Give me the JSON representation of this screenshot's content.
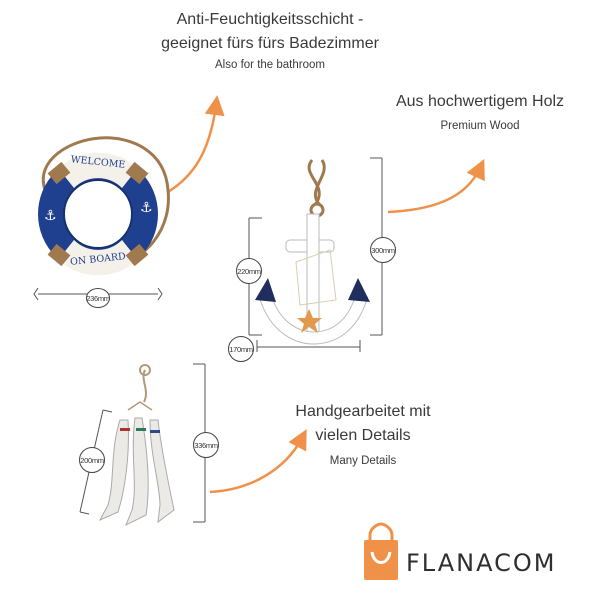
{
  "captions": {
    "moisture_de_1": "Anti-Feuchtigkeitsschicht -",
    "moisture_de_2": "geeignet fürs fürs Badezimmer",
    "moisture_en": "Also for the bathroom",
    "wood_de": "Aus hochwertigem Holz",
    "wood_en": "Premium Wood",
    "details_de_1": "Handgearbeitet mit",
    "details_de_2": "vielen Details",
    "details_en": "Many Details"
  },
  "lifebuoy": {
    "text_top": "WELCOME",
    "text_bottom": "ON BOARD",
    "width_label": "236mm"
  },
  "anchor": {
    "height_label": "220mm",
    "total_height_label": "300mm",
    "width_label": "170mm"
  },
  "fish": {
    "height_label": "200mm",
    "total_height_label": "336mm"
  },
  "brand": {
    "name": "FLANACOM"
  },
  "colors": {
    "accent_orange": "#f0914a",
    "navy": "#1f3f8f",
    "rope": "#a07a4e"
  }
}
